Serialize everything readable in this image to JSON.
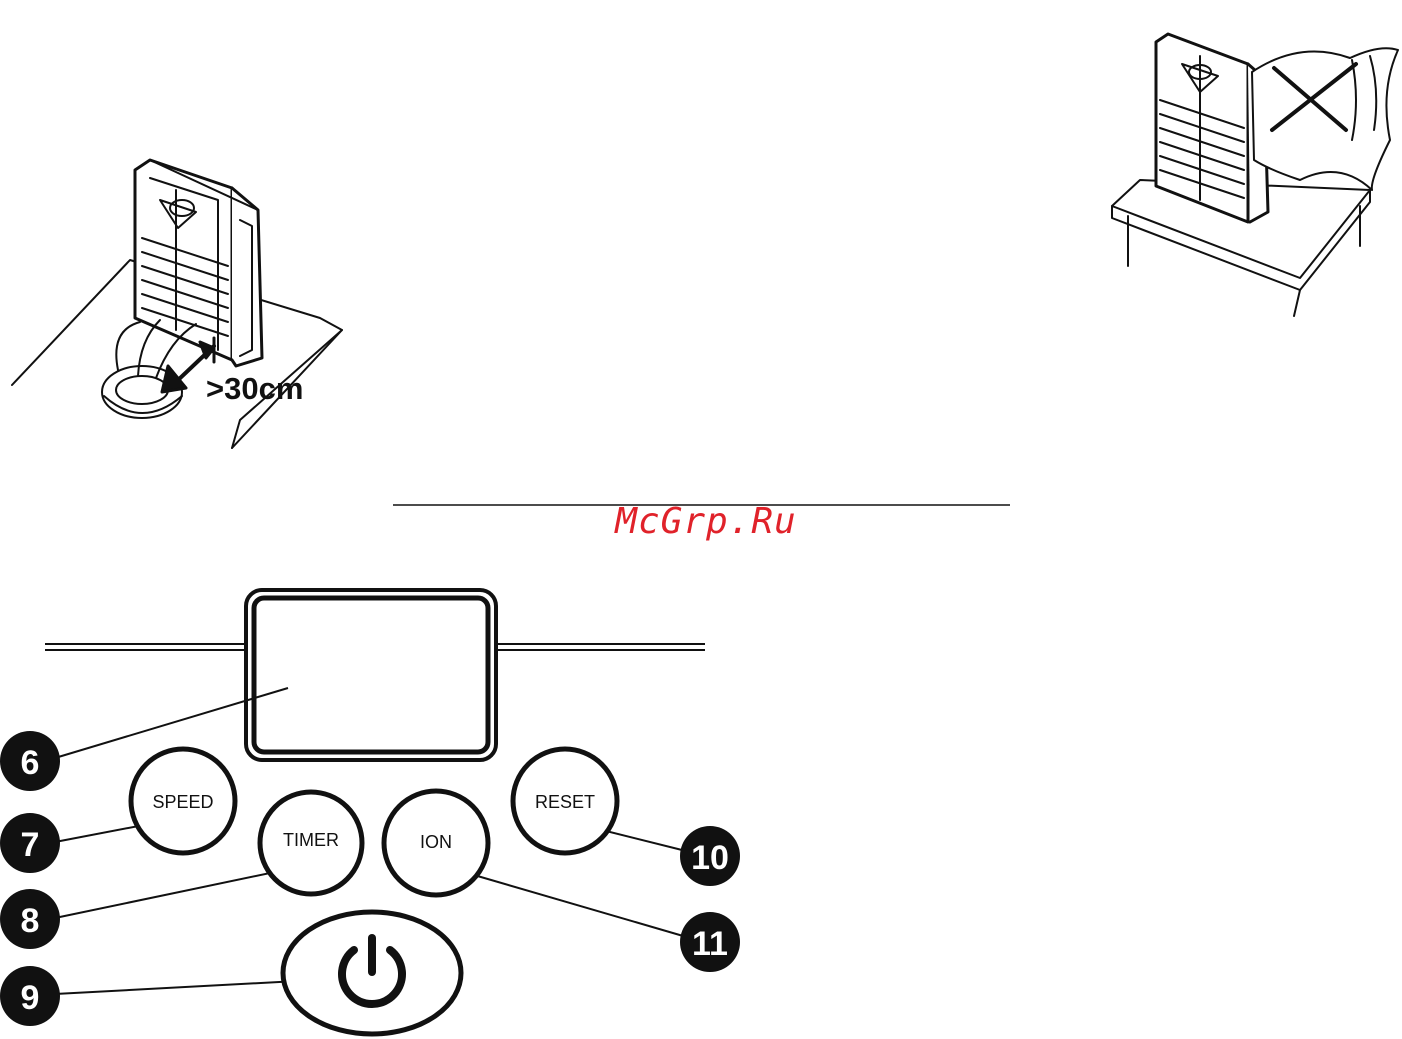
{
  "placement": {
    "distance_label": ">30cm"
  },
  "watermark": {
    "text": "McGrp.Ru",
    "color": "#e0222a"
  },
  "control_panel": {
    "buttons": {
      "speed": "SPEED",
      "timer": "TIMER",
      "ion": "ION",
      "reset": "RESET",
      "power_icon": "power-icon"
    },
    "callouts": [
      "6",
      "7",
      "8",
      "9",
      "10",
      "11"
    ]
  }
}
